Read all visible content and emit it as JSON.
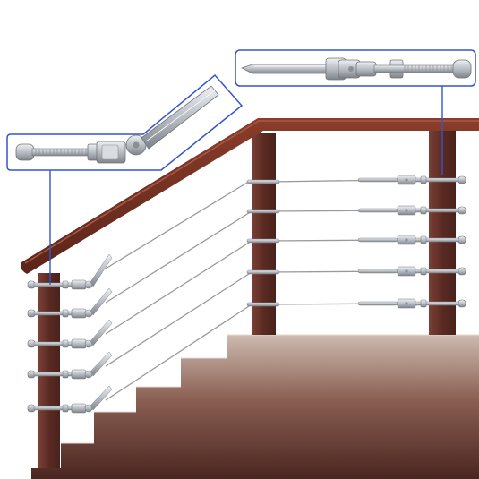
{
  "illustration": {
    "subject": "cable-railing-staircase",
    "callouts": [
      {
        "name": "angled-stair-fitting",
        "icon": "pivot-turnbuckle-icon"
      },
      {
        "name": "straight-post-fitting",
        "icon": "jaw-turnbuckle-icon"
      }
    ],
    "colors": {
      "wood": "#6b2c1e",
      "wood_light": "#8a3d2a",
      "post": "#5a2a22",
      "post_light": "#7a4036",
      "stairs_top": "#c9b6ab",
      "stairs_bottom": "#4a2620",
      "cable": "#9a9a9a",
      "steel": "#c8ccd0",
      "steel_dark": "#8a8f95",
      "callout": "#3355cc"
    }
  }
}
